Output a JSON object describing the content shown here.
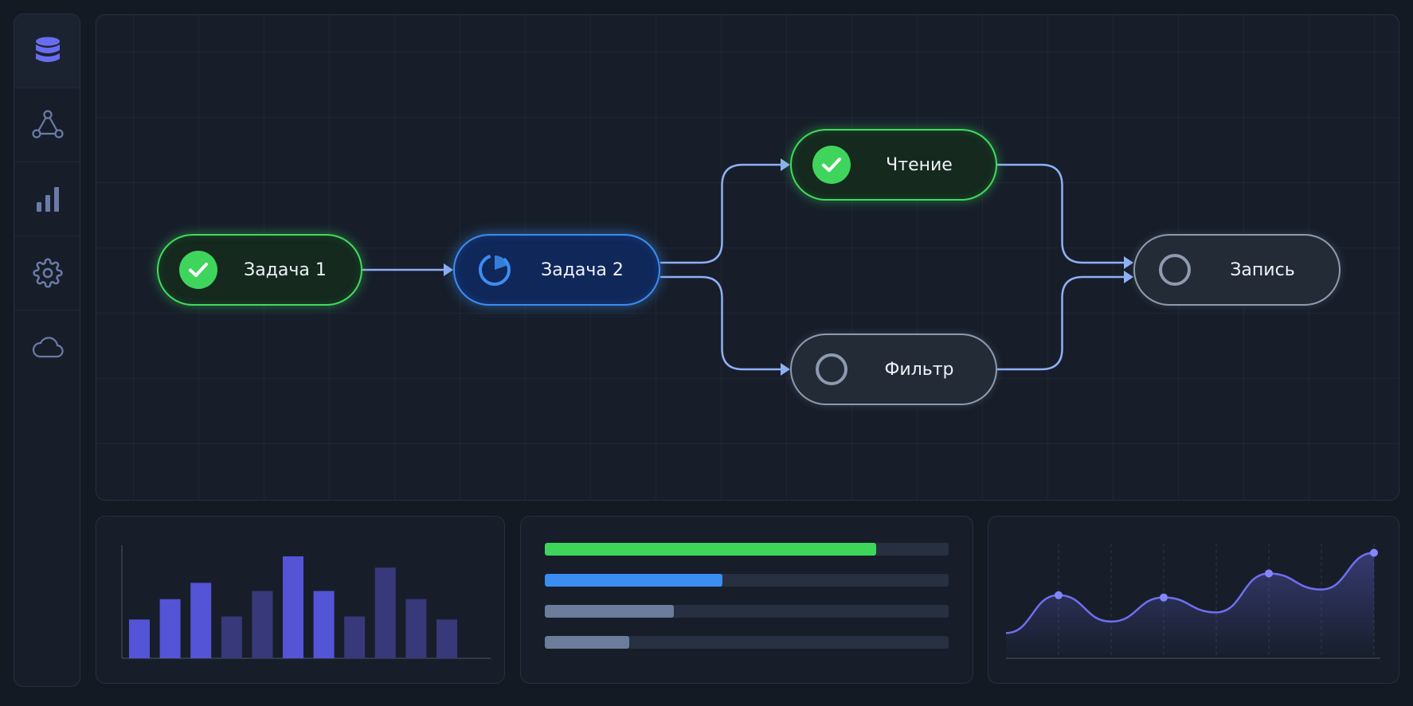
{
  "sidebar": {
    "items": [
      {
        "icon": "database-icon",
        "active": true
      },
      {
        "icon": "network-nodes-icon",
        "active": false
      },
      {
        "icon": "bar-chart-icon",
        "active": false
      },
      {
        "icon": "gear-icon",
        "active": false
      },
      {
        "icon": "cloud-icon",
        "active": false
      }
    ],
    "active_color": "#6a6cf0",
    "icon_color": "#6b7ba8"
  },
  "pipeline": {
    "nodes": [
      {
        "id": "task1",
        "label": "Задача 1",
        "status": "done"
      },
      {
        "id": "task2",
        "label": "Задача 2",
        "status": "running"
      },
      {
        "id": "read",
        "label": "Чтение",
        "status": "done"
      },
      {
        "id": "filter",
        "label": "Фильтр",
        "status": "pending"
      },
      {
        "id": "write",
        "label": "Запись",
        "status": "pending"
      }
    ],
    "edges": [
      [
        "task1",
        "task2"
      ],
      [
        "task2",
        "read"
      ],
      [
        "task2",
        "filter"
      ],
      [
        "read",
        "write"
      ],
      [
        "filter",
        "write"
      ]
    ],
    "colors": {
      "done": "#3fdc5c",
      "running": "#3b8df2",
      "pending": "#8e9aae",
      "edge": "#8fb0f5"
    }
  },
  "chart_data": [
    {
      "type": "bar",
      "values": [
        38,
        58,
        74,
        41,
        66,
        100,
        66,
        41,
        89,
        58,
        38
      ],
      "ylim": [
        0,
        100
      ],
      "highlighted": [
        true,
        true,
        true,
        false,
        false,
        true,
        true,
        false,
        false,
        false,
        false
      ],
      "colors": {
        "highlight": "#5454d6",
        "normal": "#37397a"
      }
    },
    {
      "type": "bar",
      "orientation": "horizontal",
      "values": [
        82,
        44,
        32,
        21
      ],
      "ylim": [
        0,
        100
      ],
      "colors": [
        "#3dd65a",
        "#3b8df2",
        "#6b7d9a",
        "#6b7d9a"
      ]
    },
    {
      "type": "line",
      "x": [
        0,
        1,
        2,
        3,
        4,
        5,
        6,
        7
      ],
      "values": [
        22,
        55,
        32,
        53,
        40,
        74,
        60,
        92
      ],
      "ylim": [
        0,
        100
      ],
      "marked": [
        false,
        true,
        false,
        true,
        false,
        true,
        false,
        true
      ],
      "colors": {
        "line": "#6f6ff2",
        "marker": "#8585ff"
      }
    }
  ]
}
